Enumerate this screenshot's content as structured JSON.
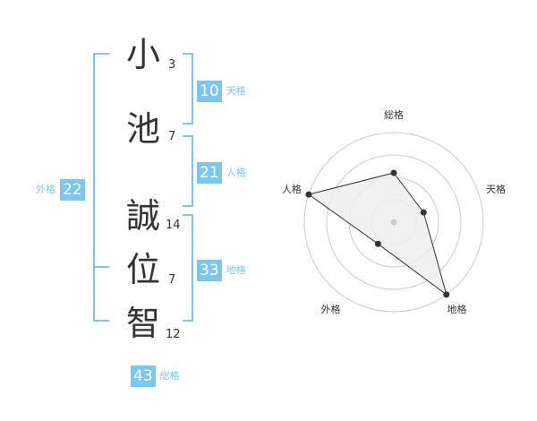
{
  "chars": [
    {
      "char": "小",
      "strokes": "3"
    },
    {
      "char": "池",
      "strokes": "7"
    },
    {
      "char": "誠",
      "strokes": "14"
    },
    {
      "char": "位",
      "strokes": "7"
    },
    {
      "char": "智",
      "strokes": "12"
    }
  ],
  "kakusu": {
    "tenkaku": {
      "value": "10",
      "label": "天格"
    },
    "jinkaku": {
      "value": "21",
      "label": "人格"
    },
    "chikaku": {
      "value": "33",
      "label": "地格"
    },
    "gaikaku": {
      "value": "22",
      "label": "外格"
    },
    "soukaku": {
      "value": "43",
      "label": "総格"
    }
  },
  "chart_data": {
    "type": "radar",
    "axes": [
      "総格",
      "天格",
      "地格",
      "外格",
      "人格"
    ],
    "values": [
      0.55,
      0.35,
      1.0,
      0.3,
      1.0
    ],
    "rings": 4,
    "colors": {
      "fill": "#eeeeee",
      "line": "#333333",
      "grid": "#cccccc"
    }
  }
}
